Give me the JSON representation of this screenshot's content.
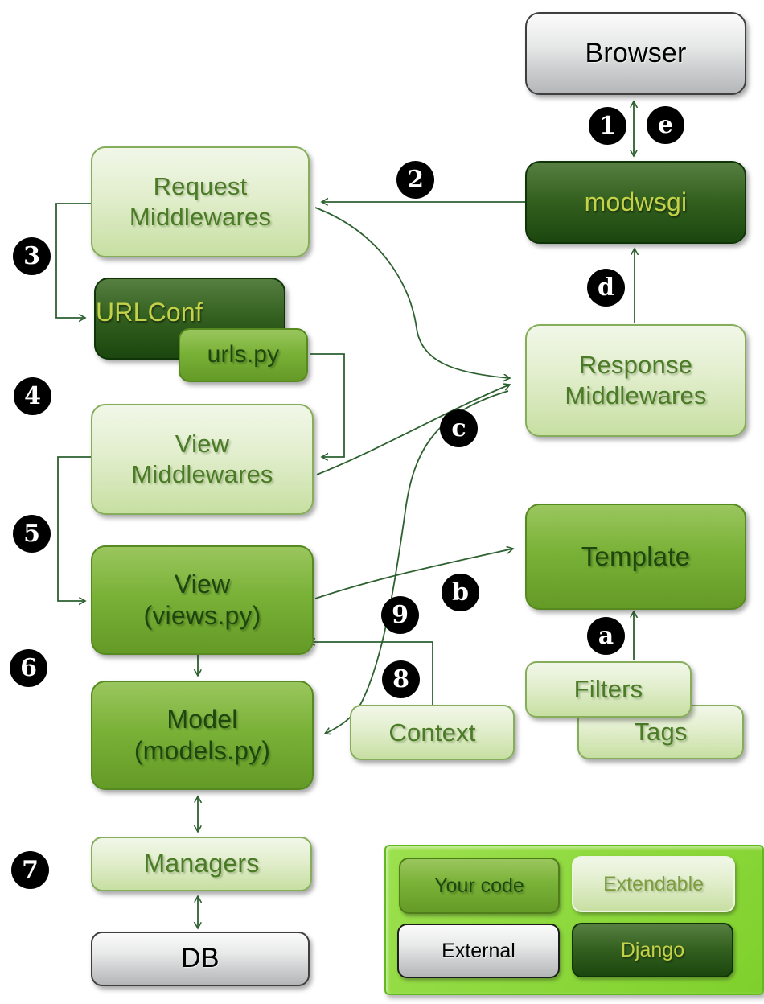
{
  "nodes": {
    "browser": {
      "label": "Browser",
      "type": "external"
    },
    "modwsgi": {
      "label": "modwsgi",
      "type": "django"
    },
    "request_middlewares": {
      "line1": "Request",
      "line2": "Middlewares",
      "type": "extendable"
    },
    "urlconf": {
      "label": "URLConf",
      "type": "django"
    },
    "urls_py": {
      "label": "urls.py",
      "type": "your-code"
    },
    "view_middlewares": {
      "line1": "View",
      "line2": "Middlewares",
      "type": "extendable"
    },
    "view": {
      "line1": "View",
      "line2": "(views.py)",
      "type": "your-code"
    },
    "model": {
      "line1": "Model",
      "line2": "(models.py)",
      "type": "your-code"
    },
    "managers": {
      "label": "Managers",
      "type": "extendable"
    },
    "db": {
      "label": "DB",
      "type": "external"
    },
    "response_middlewares": {
      "line1": "Response",
      "line2": "Middlewares",
      "type": "extendable"
    },
    "template": {
      "label": "Template",
      "type": "your-code"
    },
    "filters": {
      "label": "Filters",
      "type": "extendable"
    },
    "tags": {
      "label": "Tags",
      "type": "extendable"
    },
    "context": {
      "label": "Context",
      "type": "extendable"
    }
  },
  "badges": {
    "b1": "1",
    "b2": "2",
    "b3": "3",
    "b4": "4",
    "b5": "5",
    "b6": "6",
    "b7": "7",
    "b8": "8",
    "b9": "9",
    "ba": "a",
    "bb": "b",
    "bc": "c",
    "bd": "d",
    "be": "e"
  },
  "legend": {
    "your_code": "Your code",
    "extendable": "Extendable",
    "external": "External",
    "django": "Django"
  },
  "arrows": [
    {
      "badge": "1",
      "from": "browser",
      "to": "modwsgi",
      "style": "double-vertical"
    },
    {
      "badge": "e",
      "from": "modwsgi",
      "to": "browser",
      "style": "double-vertical"
    },
    {
      "badge": "2",
      "from": "modwsgi",
      "to": "request_middlewares",
      "style": "straight"
    },
    {
      "badge": "3",
      "from": "request_middlewares",
      "to": "urlconf",
      "style": "elbow"
    },
    {
      "badge": "4",
      "from": "urls_py",
      "to": "view_middlewares",
      "style": "elbow"
    },
    {
      "badge": "5",
      "from": "view_middlewares",
      "to": "view",
      "style": "elbow"
    },
    {
      "badge": "6",
      "from": "view",
      "to": "model",
      "style": "straight"
    },
    {
      "badge": "7",
      "from": "model",
      "to": "managers",
      "style": "double-vertical"
    },
    {
      "badge": "7",
      "from": "managers",
      "to": "db",
      "style": "double-vertical"
    },
    {
      "badge": "8",
      "from": "context",
      "to": "view",
      "style": "elbow"
    },
    {
      "badge": "9",
      "from": "response_middlewares",
      "to": "model",
      "style": "curve"
    },
    {
      "badge": "a",
      "from": "filters",
      "to": "template",
      "style": "straight"
    },
    {
      "badge": "b",
      "from": "view",
      "to": "template",
      "style": "curve"
    },
    {
      "badge": "c",
      "from": "view_middlewares",
      "to": "response_middlewares",
      "style": "curve"
    },
    {
      "badge": "c",
      "from": "request_middlewares",
      "to": "response_middlewares",
      "style": "curve"
    },
    {
      "badge": "d",
      "from": "response_middlewares",
      "to": "modwsgi",
      "style": "straight"
    }
  ],
  "colors": {
    "arrow": "#2d6130",
    "badge_bg": "#000000",
    "badge_text": "#ffffff",
    "your_code": "#7ab238",
    "extendable": "#e2eecd",
    "external": "#d9dadb",
    "django": "#33601f",
    "legend_bg": "#8bd838",
    "background": "#ffffff"
  }
}
